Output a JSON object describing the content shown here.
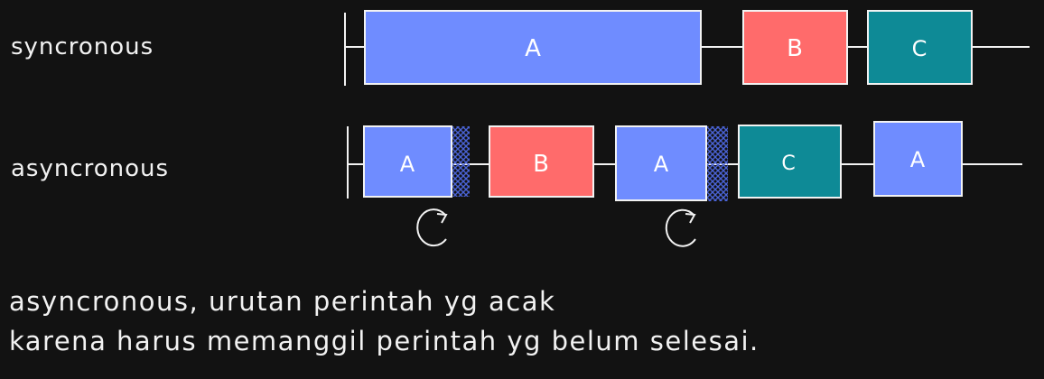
{
  "rows": {
    "sync": {
      "label": "syncronous",
      "blocks": [
        {
          "text": "A",
          "color": "#6f8cff"
        },
        {
          "text": "B",
          "color": "#ff6b6b"
        },
        {
          "text": "C",
          "color": "#0e8a96"
        }
      ]
    },
    "async": {
      "label": "asyncronous",
      "blocks": [
        {
          "text": "A",
          "color": "#6f8cff"
        },
        {
          "text": "B",
          "color": "#ff6b6b"
        },
        {
          "text": "A",
          "color": "#6f8cff"
        },
        {
          "text": "C",
          "color": "#0e8a96"
        },
        {
          "text": "A",
          "color": "#6f8cff"
        }
      ],
      "callback_icon": "refresh-arrow-icon",
      "hatch_color": "#4a63d6"
    }
  },
  "caption": {
    "line1": "asyncronous, urutan perintah yg acak",
    "line2": "karena harus memanggil perintah yg belum selesai."
  },
  "colors": {
    "background": "#121212",
    "stroke": "#f2f2f2"
  }
}
